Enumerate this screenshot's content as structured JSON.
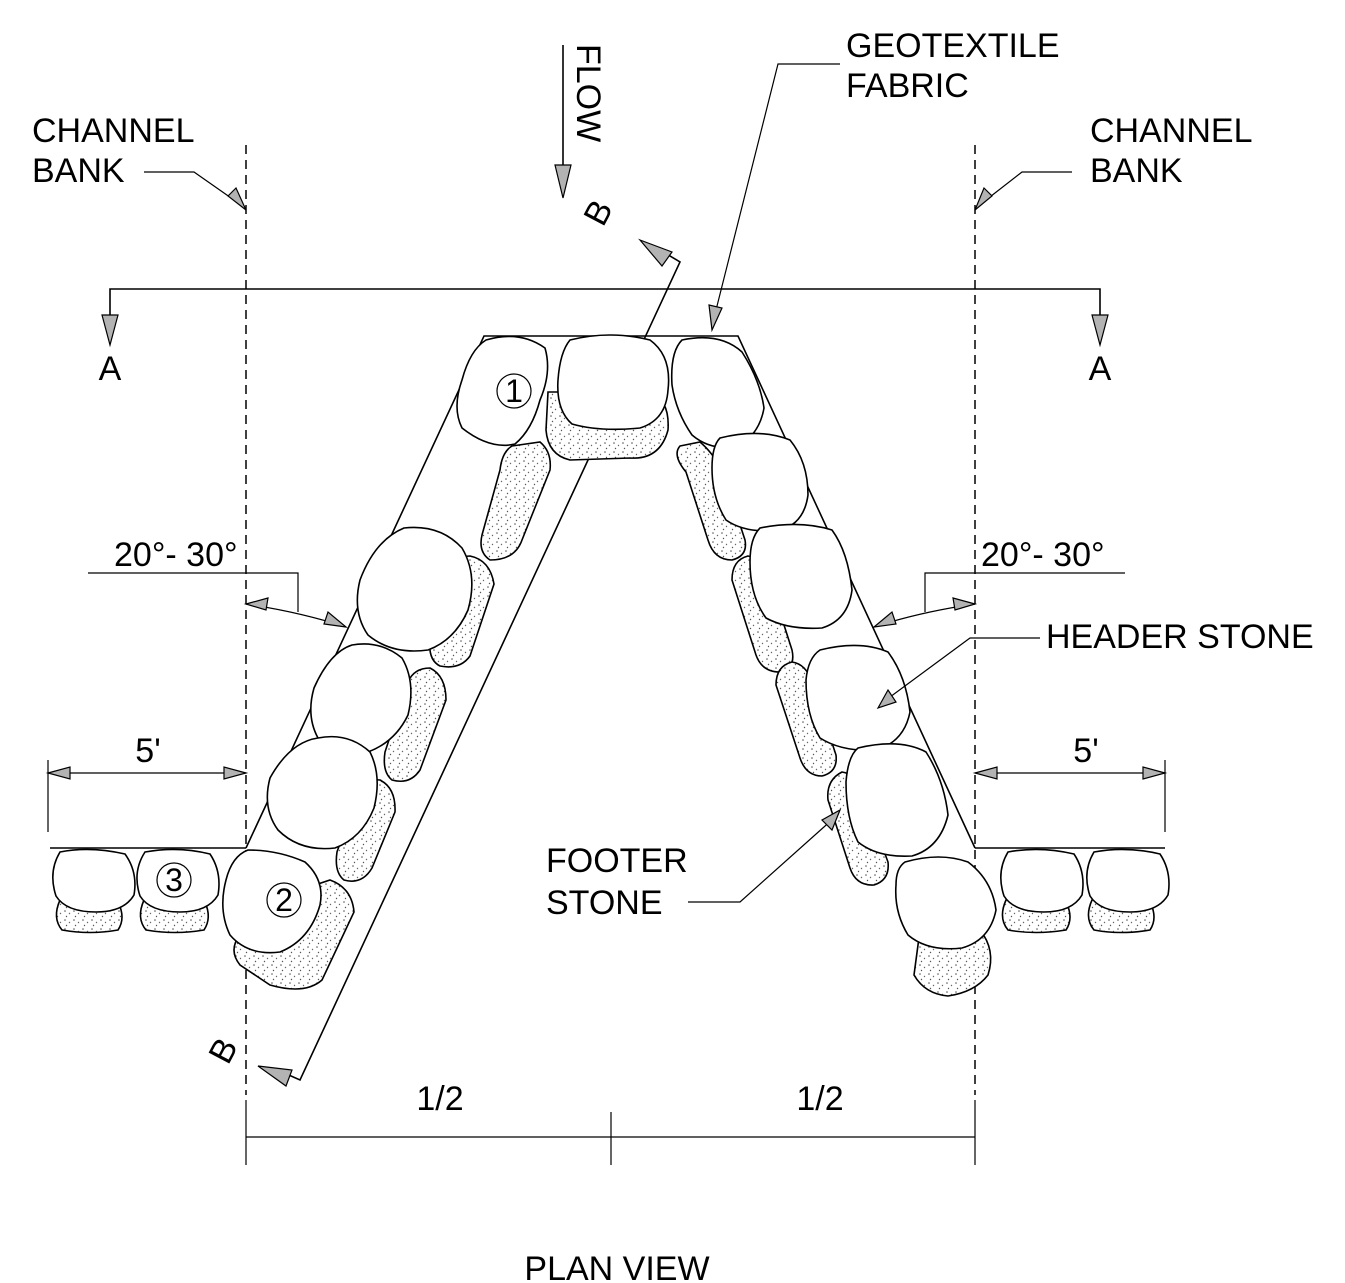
{
  "labels": {
    "flow": "FLOW",
    "geotextile_line1": "GEOTEXTILE",
    "geotextile_line2": "FABRIC",
    "channel_bank_left_line1": "CHANNEL",
    "channel_bank_left_line2": "BANK",
    "channel_bank_right_line1": "CHANNEL",
    "channel_bank_right_line2": "BANK",
    "section_a_left": "A",
    "section_a_right": "A",
    "section_b_top": "B",
    "section_b_bottom": "B",
    "angle_left": "20°- 30°",
    "angle_right": "20°- 30°",
    "header_stone": "HEADER STONE",
    "footer_stone_line1": "FOOTER",
    "footer_stone_line2": "STONE",
    "dim_left_5ft": "5'",
    "dim_right_5ft": "5'",
    "half_left": "1/2",
    "half_right": "1/2",
    "stone_1": "1",
    "stone_2": "2",
    "stone_3": "3",
    "title": "PLAN VIEW"
  }
}
